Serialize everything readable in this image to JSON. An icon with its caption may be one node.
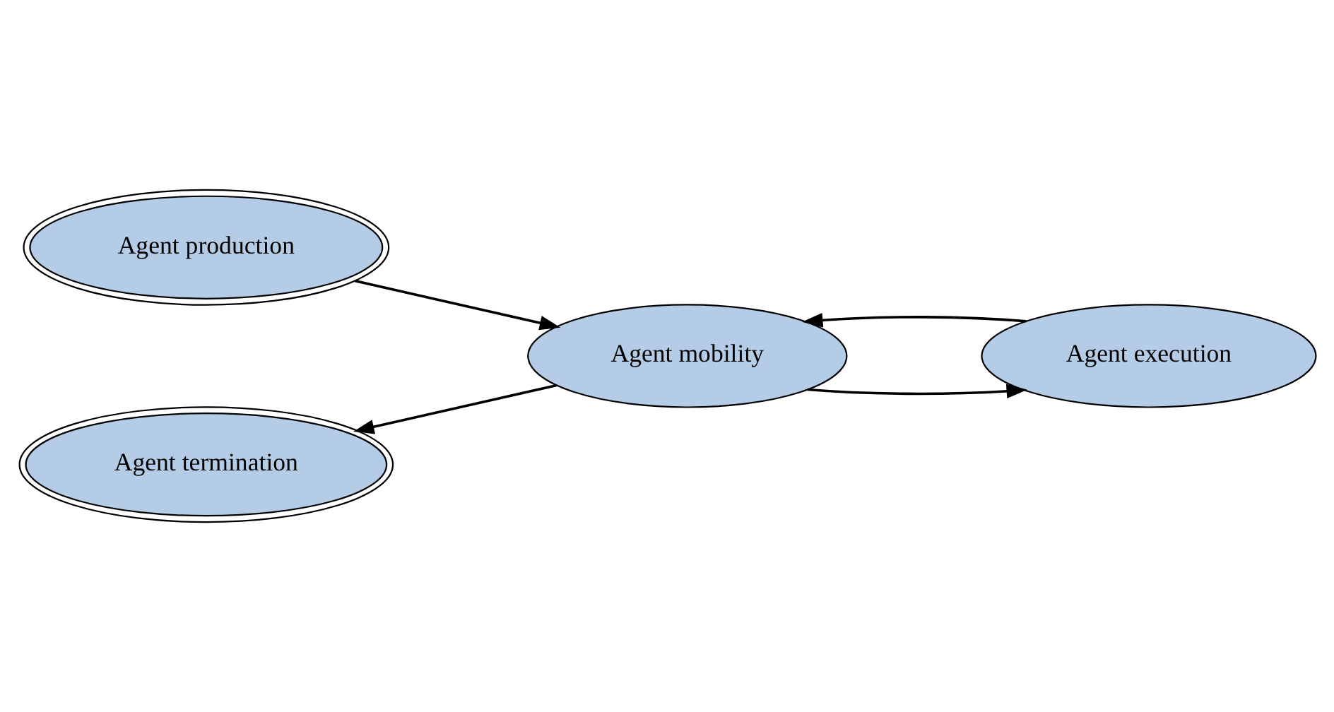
{
  "diagram": {
    "nodes": [
      {
        "text": [
          "Agent production"
        ]
      },
      {
        "text": [
          "Agent mobility"
        ]
      },
      {
        "text": [
          "Agent execution"
        ]
      },
      {
        "text": [
          "Agent termination"
        ]
      }
    ],
    "edges": [
      {
        "from": 0,
        "to": 1,
        "arrow": "to"
      },
      {
        "from": 1,
        "to": 3,
        "arrow": "to"
      },
      {
        "from": 1,
        "to": 2,
        "arrow": "to"
      },
      {
        "from": 2,
        "to": 1,
        "arrow": "to"
      }
    ]
  }
}
